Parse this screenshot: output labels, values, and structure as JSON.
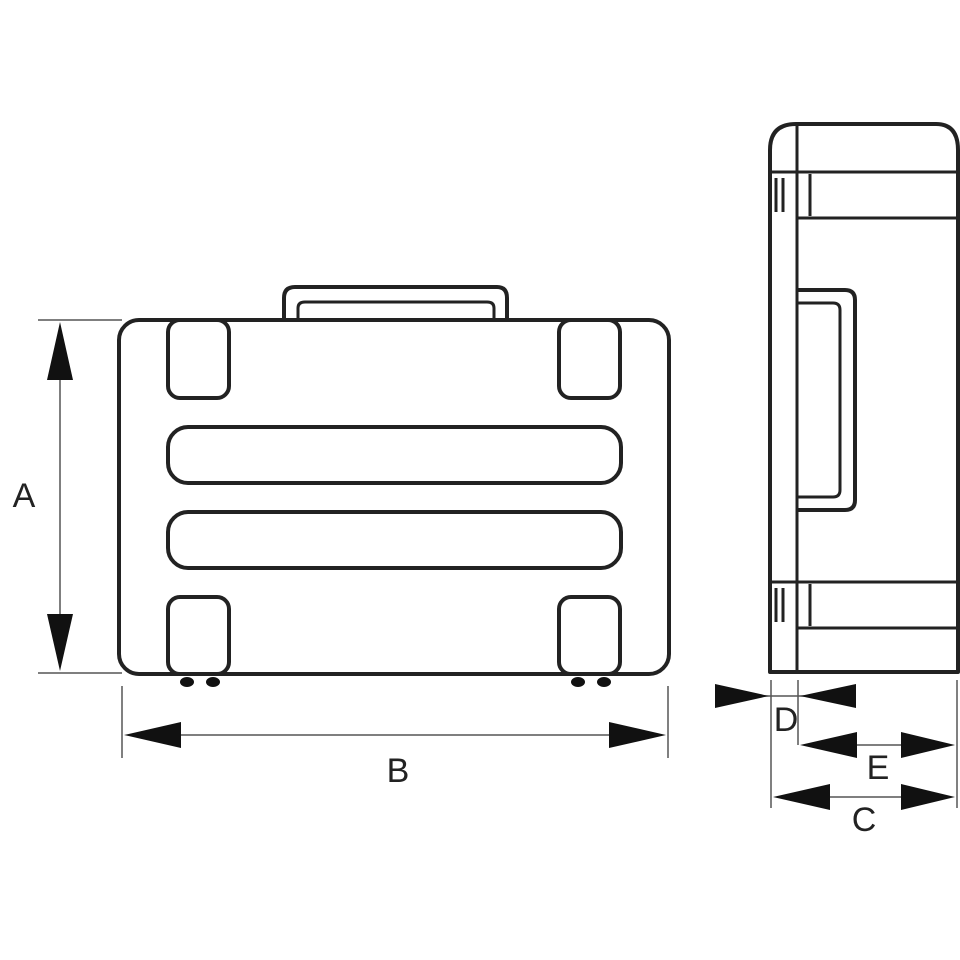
{
  "dimension_labels": {
    "height": "A",
    "width": "B",
    "depth": "C",
    "lid_depth": "D",
    "base_depth": "E"
  }
}
